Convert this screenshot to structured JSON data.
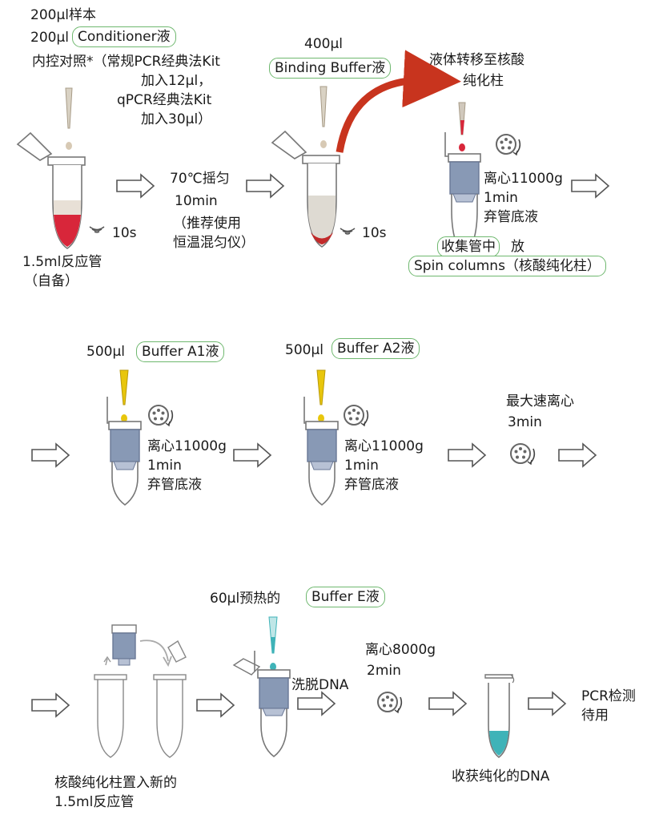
{
  "step1": {
    "sample": "200µl样本",
    "amount_prefix": "200µl",
    "conditioner": "Conditioner液",
    "control_line1": "内控对照*（常规PCR经典法Kit",
    "control_line2": "加入12µl，",
    "control_line3": "qPCR经典法Kit",
    "control_line4": "加入30µl）",
    "mix_time": "10s",
    "tube_line1": "1.5ml反应管",
    "tube_line2": "（自备）"
  },
  "step2": {
    "shake": "70℃摇匀",
    "duration": "10min",
    "note_line1": "（推荐使用",
    "note_line2": "恒温混匀仪）",
    "amount": "400µl",
    "binding": "Binding Buffer液",
    "mix_time": "10s"
  },
  "step3": {
    "transfer_line1": "液体转移至核酸",
    "transfer_line2": "纯化柱",
    "centrifuge": "离心11000g",
    "time": "1min",
    "discard": "弃管底液",
    "collect": "收集管中",
    "place": "放",
    "spin": "Spin columns（核酸纯化柱）"
  },
  "step4": {
    "amount": "500µl",
    "buffer": "Buffer A1液",
    "centrifuge": "离心11000g",
    "time": "1min",
    "discard": "弃管底液"
  },
  "step5": {
    "amount": "500µl",
    "buffer": "Buffer A2液",
    "centrifuge": "离心11000g",
    "time": "1min",
    "discard": "弃管底液"
  },
  "step6": {
    "centrifuge": "最大速离心",
    "time": "3min"
  },
  "step7": {
    "caption_line1": "核酸纯化柱置入新的",
    "caption_line2": "1.5ml反应管",
    "amount": "60µl预热的",
    "buffer": "Buffer E液",
    "elute": "洗脱DNA",
    "centrifuge": "离心8000g",
    "time": "2min",
    "collect": "收获纯化的DNA",
    "pcr_line1": "PCR检测",
    "pcr_line2": "待用"
  },
  "colors": {
    "highlight_border": "#6fb86f",
    "blood_red": "#d8263a",
    "transfer_arrow": "#c8341e",
    "buffer_yellow": "#e8c60c",
    "buffer_teal": "#3fb3b8",
    "column_blue": "#8899b5"
  }
}
